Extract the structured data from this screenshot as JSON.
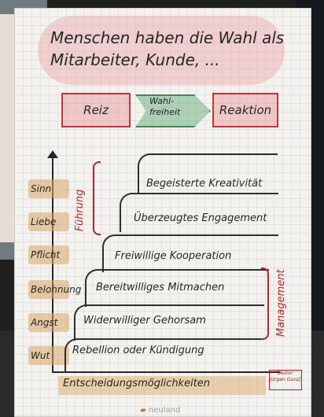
{
  "title": "Menschen haben die Wahl als Mitarbeiter, Kunde, ...",
  "flow": {
    "reiz": "Reiz",
    "wahlfreiheit": "Wahl-freiheit",
    "reaktion": "Reaktion"
  },
  "levels": [
    "Sinn",
    "Liebe",
    "Pflicht",
    "Belohnung",
    "Angst",
    "Wut"
  ],
  "steps": [
    "Begeisterte Kreativität",
    "Überzeugtes Engagement",
    "Freiwillige Kooperation",
    "Bereitwilliges Mitmachen",
    "Widerwilliger Gehorsam",
    "Rebellion oder Kündigung"
  ],
  "side_labels": {
    "left": "Führung",
    "right": "Management"
  },
  "bottom_label": "Entscheidungsmöglichkeiten",
  "corner_note": "[Autor: Jürgen Gunz]",
  "logo": "neuland",
  "colors": {
    "red": "#b8262b",
    "green": "#3a8c52",
    "orange": "#d8a567"
  }
}
